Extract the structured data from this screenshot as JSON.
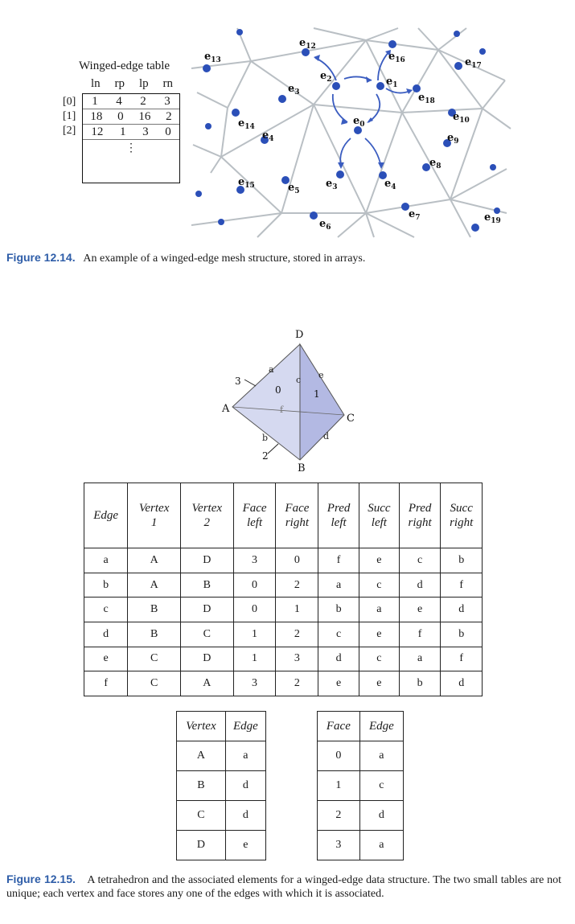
{
  "figure14": {
    "table_title": "Winged-edge table",
    "columns": [
      "ln",
      "rp",
      "lp",
      "rn"
    ],
    "rows": [
      {
        "index": "[0]",
        "values": [
          "1",
          "4",
          "2",
          "3"
        ]
      },
      {
        "index": "[1]",
        "values": [
          "18",
          "0",
          "16",
          "2"
        ]
      },
      {
        "index": "[2]",
        "values": [
          "12",
          "1",
          "3",
          "0"
        ]
      }
    ],
    "ellipsis": "⋮",
    "edge_labels": [
      "e13",
      "e12",
      "e2",
      "e16",
      "e1",
      "e17",
      "e3",
      "e18",
      "e14",
      "e0",
      "e10",
      "e4",
      "e9",
      "e8",
      "e15",
      "e5",
      "e3",
      "e4",
      "e6",
      "e7",
      "e19"
    ],
    "caption_label": "Figure 12.14.",
    "caption_text": "An example of a winged-edge mesh structure, stored in arrays."
  },
  "figure15": {
    "tetra_labels": {
      "D": "D",
      "A": "A",
      "B": "B",
      "C": "C",
      "a": "a",
      "b": "b",
      "c": "c",
      "d": "d",
      "e": "e",
      "f": "f",
      "f0": "0",
      "f1": "1",
      "f2": "2",
      "f3": "3"
    },
    "edge_table": {
      "headers": [
        [
          "Edge"
        ],
        [
          "Vertex",
          "1"
        ],
        [
          "Vertex",
          "2"
        ],
        [
          "Face",
          "left"
        ],
        [
          "Face",
          "right"
        ],
        [
          "Pred",
          "left"
        ],
        [
          "Succ",
          "left"
        ],
        [
          "Pred",
          "right"
        ],
        [
          "Succ",
          "right"
        ]
      ],
      "rows": [
        [
          "a",
          "A",
          "D",
          "3",
          "0",
          "f",
          "e",
          "c",
          "b"
        ],
        [
          "b",
          "A",
          "B",
          "0",
          "2",
          "a",
          "c",
          "d",
          "f"
        ],
        [
          "c",
          "B",
          "D",
          "0",
          "1",
          "b",
          "a",
          "e",
          "d"
        ],
        [
          "d",
          "B",
          "C",
          "1",
          "2",
          "c",
          "e",
          "f",
          "b"
        ],
        [
          "e",
          "C",
          "D",
          "1",
          "3",
          "d",
          "c",
          "a",
          "f"
        ],
        [
          "f",
          "C",
          "A",
          "3",
          "2",
          "e",
          "e",
          "b",
          "d"
        ]
      ]
    },
    "vertex_table": {
      "headers": [
        "Vertex",
        "Edge"
      ],
      "rows": [
        [
          "A",
          "a"
        ],
        [
          "B",
          "d"
        ],
        [
          "C",
          "d"
        ],
        [
          "D",
          "e"
        ]
      ]
    },
    "face_table": {
      "headers": [
        "Face",
        "Edge"
      ],
      "rows": [
        [
          "0",
          "a"
        ],
        [
          "1",
          "c"
        ],
        [
          "2",
          "d"
        ],
        [
          "3",
          "a"
        ]
      ]
    },
    "caption_label": "Figure 12.15.",
    "caption_text": "A tetrahedron and the associated elements for a winged-edge data structure. The two small tables are not unique; each vertex and face stores any one of the edges with which it is associated."
  }
}
